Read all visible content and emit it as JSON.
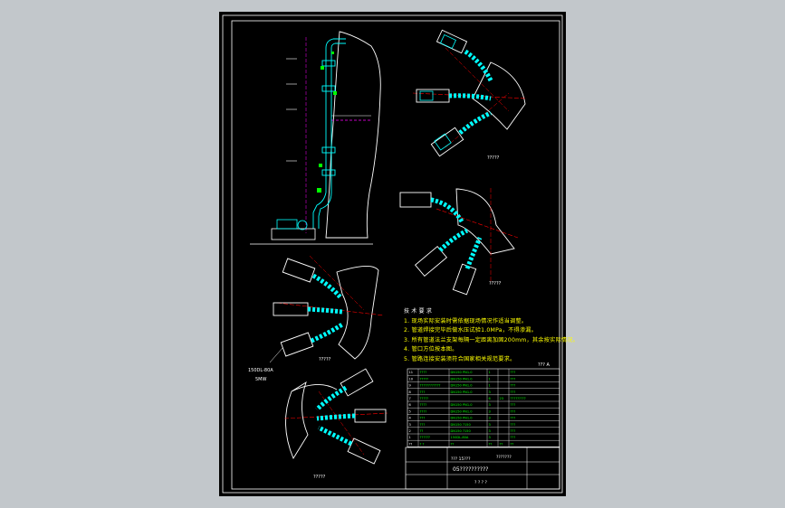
{
  "drawing": {
    "view_labels": {
      "view1": "?????",
      "view2": "?????",
      "view3": "?????",
      "view4": "?????"
    },
    "pump_label": "150DL-80A",
    "pump_sublabel": "5MW",
    "notes": {
      "title": "技 术 要 求",
      "items": [
        "1. 现场实际安装时需依据现场情况作适当调整。",
        "2. 管道焊接完毕后做水压试验1.0MPa，不得渗漏。",
        "3. 所有管道法兰支架每隔一定距离加固200mm，其余按实际情况。",
        "4. 管口方位按本图。",
        "5. 管路连接安装须符合国家相关规范要求。"
      ]
    },
    "table_header": "??? A",
    "parts_rows": [
      [
        "11",
        "????",
        "DN150 PN1.0",
        "1",
        "",
        "???"
      ],
      [
        "10",
        "?????",
        "DN150 PN1.0",
        "1",
        "",
        "???"
      ],
      [
        "9",
        "????????????",
        "DN150 PN1.0",
        "1",
        "",
        "???"
      ],
      [
        "8",
        "???",
        "DN150 PN1.0",
        "3",
        "",
        "???"
      ],
      [
        "7",
        "?????",
        "",
        "6",
        "23",
        "?????????"
      ],
      [
        "6",
        "????",
        "DN150 PN1.0",
        "3",
        "",
        "???"
      ],
      [
        "5",
        "????",
        "DN150 PN1.0",
        "3",
        "",
        "???"
      ],
      [
        "4",
        "???",
        "DN150 PN1.0",
        "3",
        "",
        "???"
      ],
      [
        "3",
        "???",
        "DN150 ?150",
        "3",
        "",
        "???"
      ],
      [
        "2",
        "??",
        "DN150 ?150",
        "3",
        "",
        "???"
      ],
      [
        "1",
        "??????",
        "150DL-80A",
        "3",
        "",
        "???"
      ],
      [
        "??",
        "? ?",
        "??",
        "??",
        "??",
        "??"
      ]
    ],
    "title_block": {
      "project": "???????",
      "drawing_no": "05??????????",
      "scale_code": "??? 15???",
      "approval": "? ? ? ?"
    }
  }
}
